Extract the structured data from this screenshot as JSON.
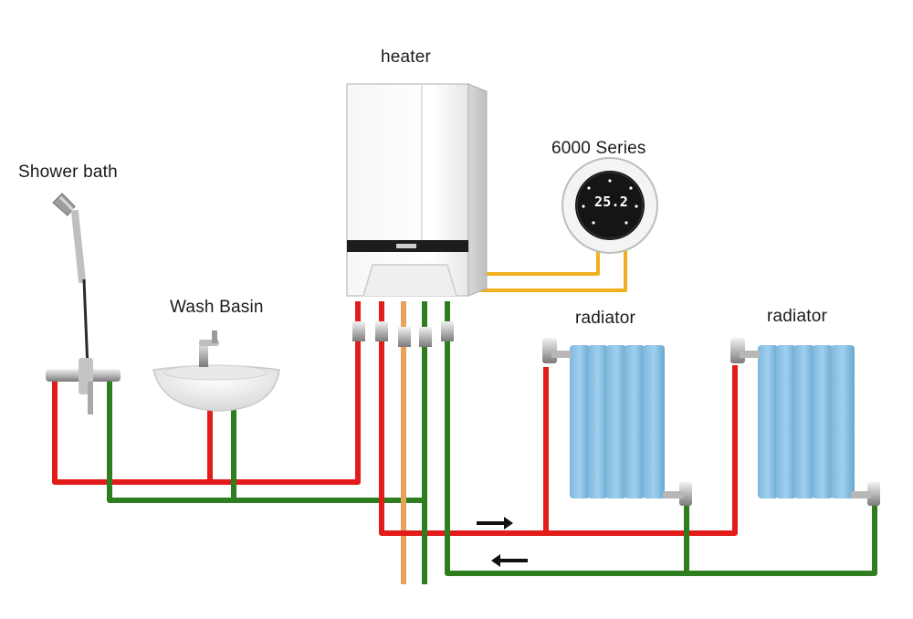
{
  "labels": {
    "heater": "heater",
    "thermostat": "6000 Series",
    "shower": "Shower bath",
    "basin": "Wash Basin",
    "radiator_left": "radiator",
    "radiator_right": "radiator"
  },
  "thermostat_display": {
    "temperature": "25.2"
  },
  "colors": {
    "hot_pipe": "#e21b1b",
    "cold_pipe": "#2e7d1f",
    "copper_pipe": "#e6a45a",
    "thermostat_wire": "#f0b020",
    "radiator": "#8fc6e8"
  }
}
